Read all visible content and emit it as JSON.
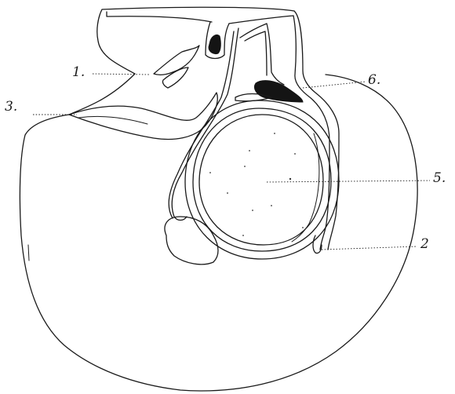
{
  "labels": {
    "l1": "1.",
    "l2": "2",
    "l3": "3.",
    "l5": "5.",
    "l6": "6."
  },
  "colors": {
    "ink": "#1a1a1a",
    "paper": "#ffffff"
  }
}
